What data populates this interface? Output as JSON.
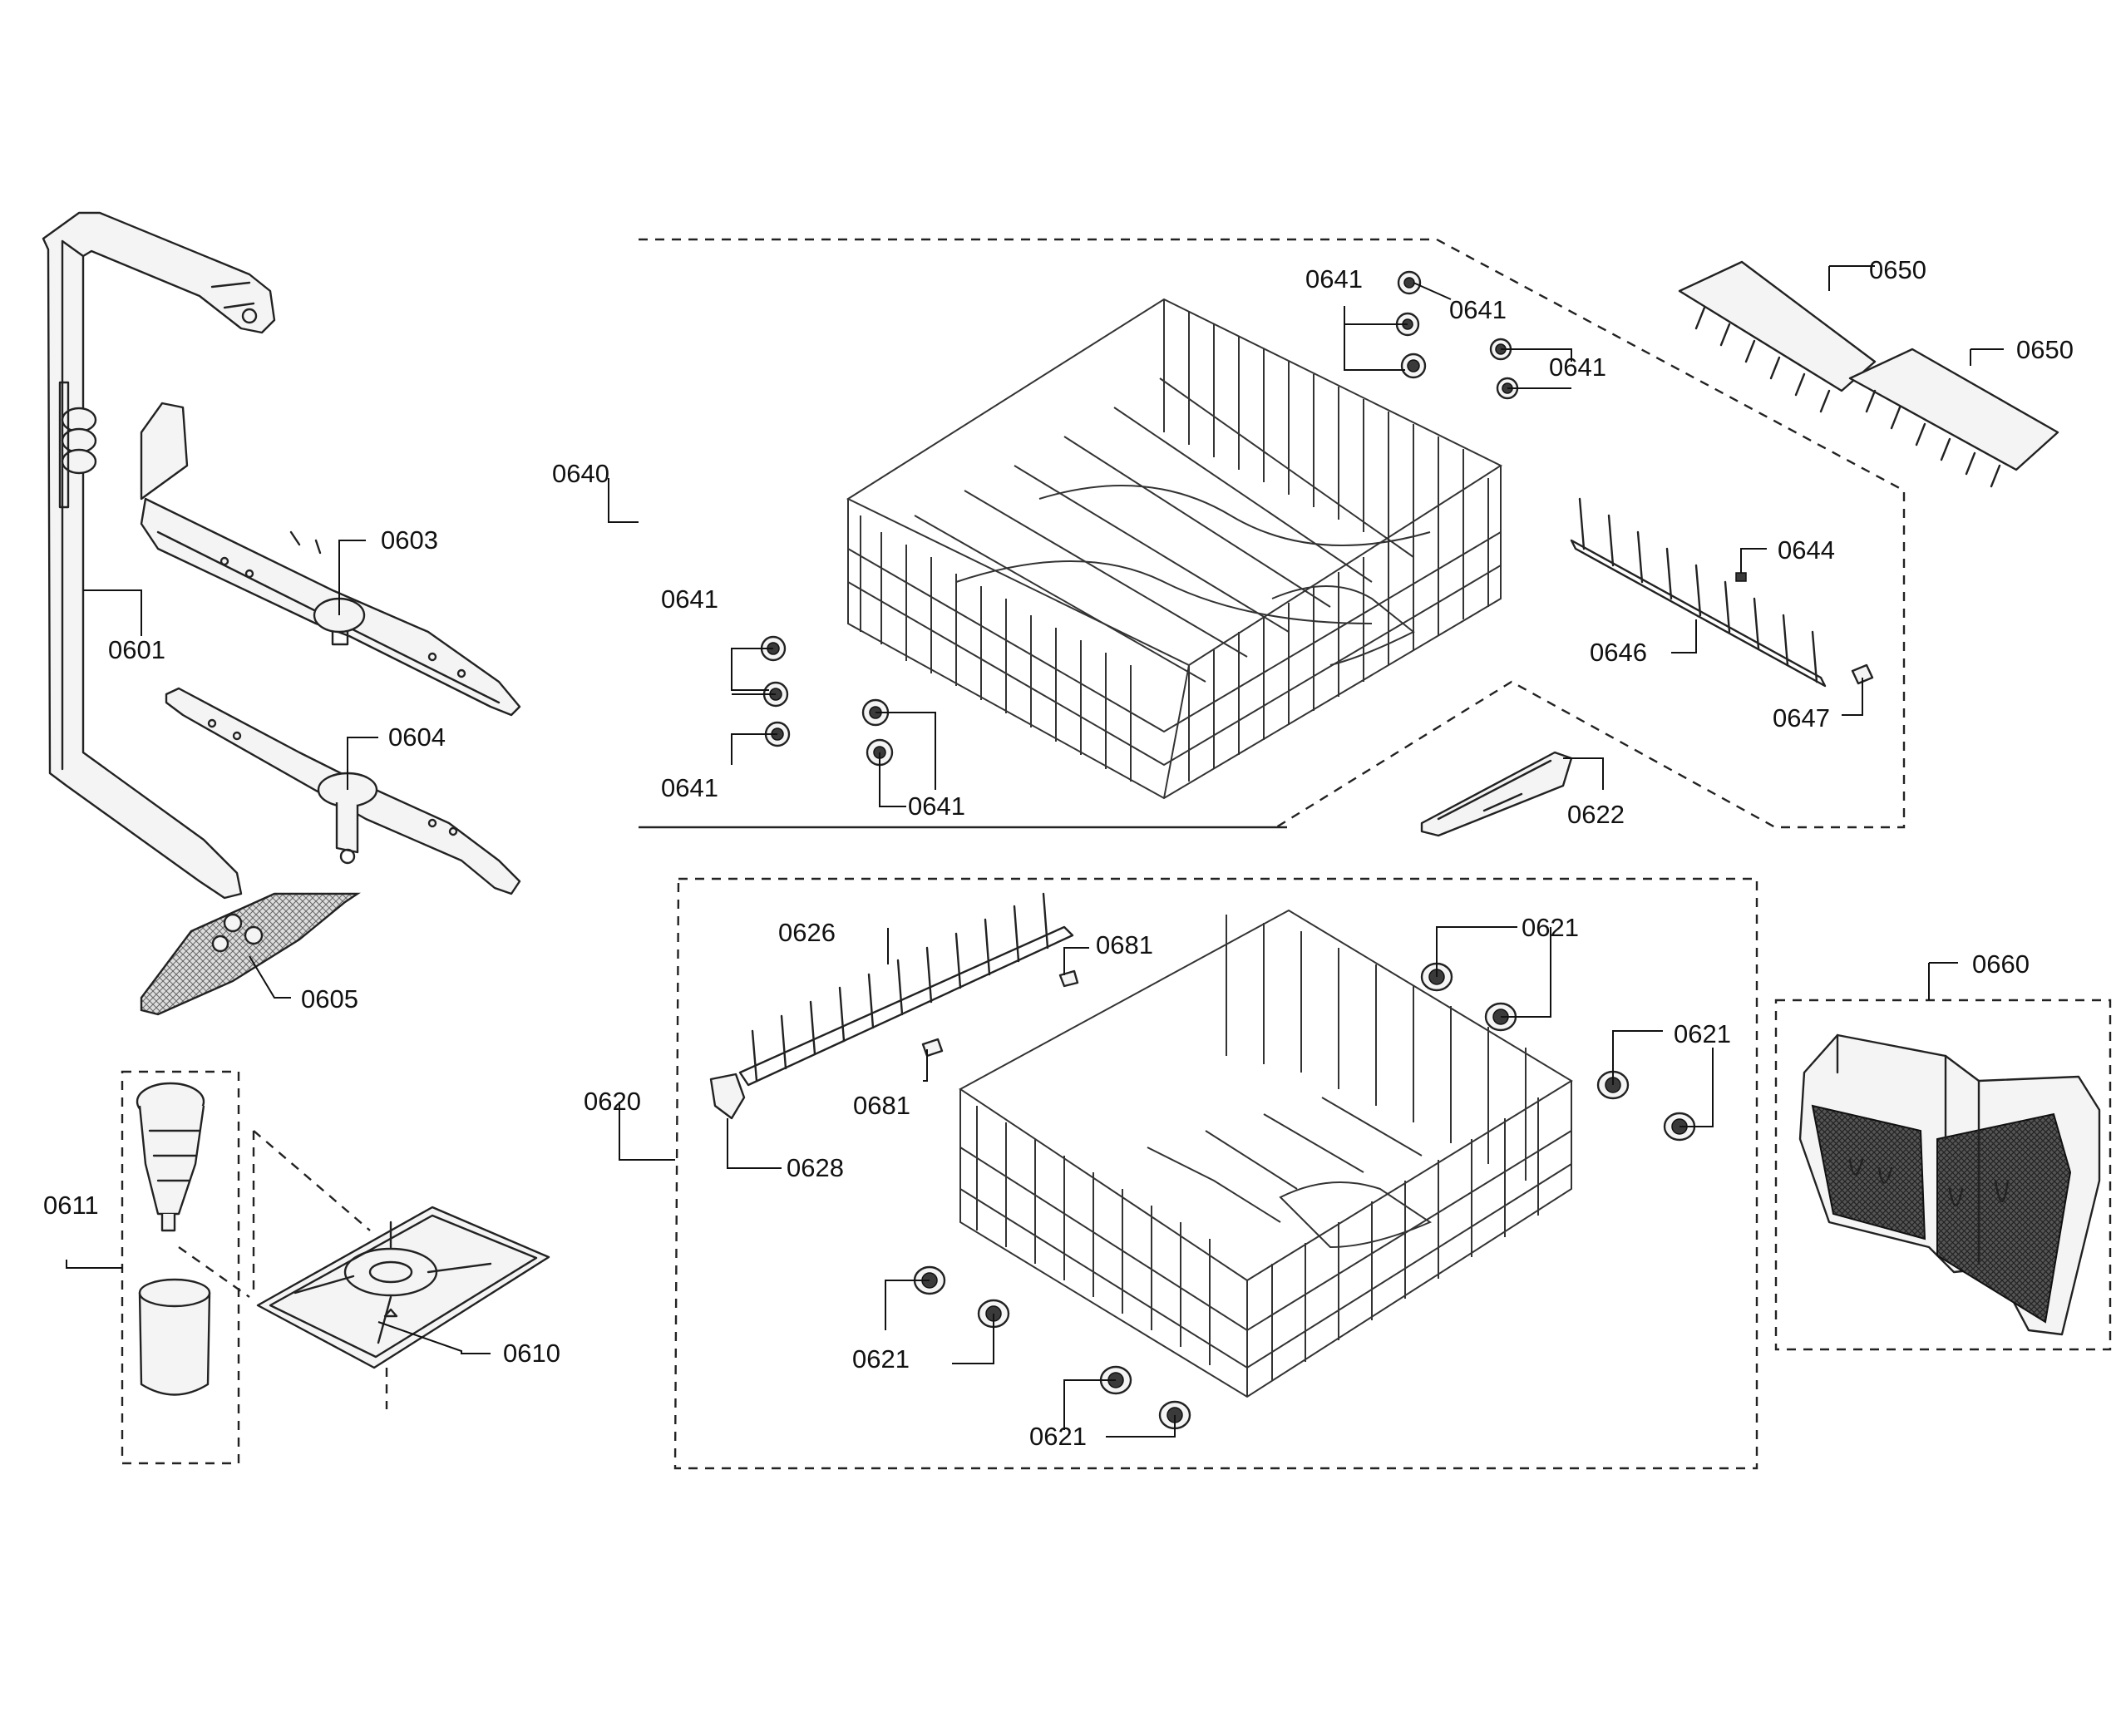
{
  "labels": {
    "p0601": "0601",
    "p0603": "0603",
    "p0604": "0604",
    "p0605": "0605",
    "p0610": "0610",
    "p0611": "0611",
    "p0620": "0620",
    "p0621": "0621",
    "p0622": "0622",
    "p0626": "0626",
    "p0628": "0628",
    "p0640": "0640",
    "p0641": "0641",
    "p0644": "0644",
    "p0646": "0646",
    "p0647": "0647",
    "p0650": "0650",
    "p0660": "0660",
    "p0681": "0681"
  }
}
